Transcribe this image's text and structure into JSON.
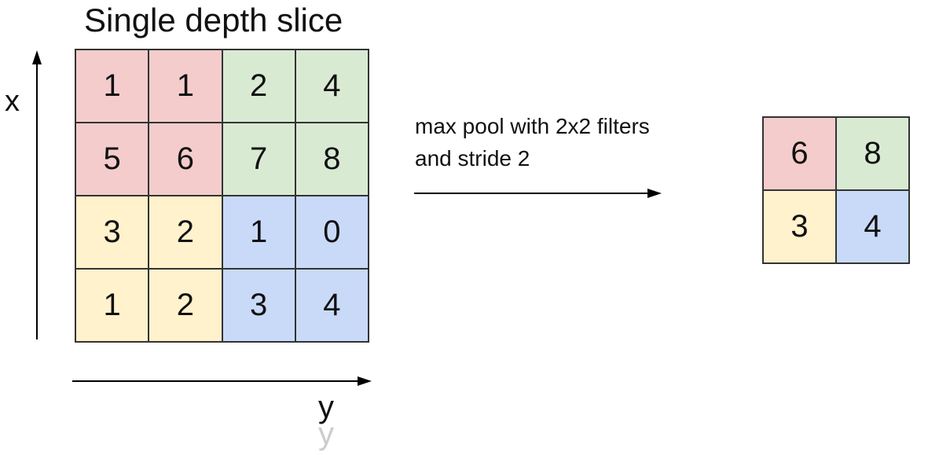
{
  "title": "Single depth slice",
  "x_axis_label": "x",
  "y_axis_label": "y",
  "y_axis_label_ghost": "y",
  "operation": {
    "line1": "max pool with 2x2 filters",
    "line2": "and stride 2"
  },
  "colors": {
    "red": "#f4cccc",
    "green": "#d9ead3",
    "yellow": "#fff2cc",
    "blue": "#c9daf8"
  },
  "input": [
    [
      "1",
      "1",
      "2",
      "4"
    ],
    [
      "5",
      "6",
      "7",
      "8"
    ],
    [
      "3",
      "2",
      "1",
      "0"
    ],
    [
      "1",
      "2",
      "3",
      "4"
    ]
  ],
  "output": [
    [
      "6",
      "8"
    ],
    [
      "3",
      "4"
    ]
  ]
}
